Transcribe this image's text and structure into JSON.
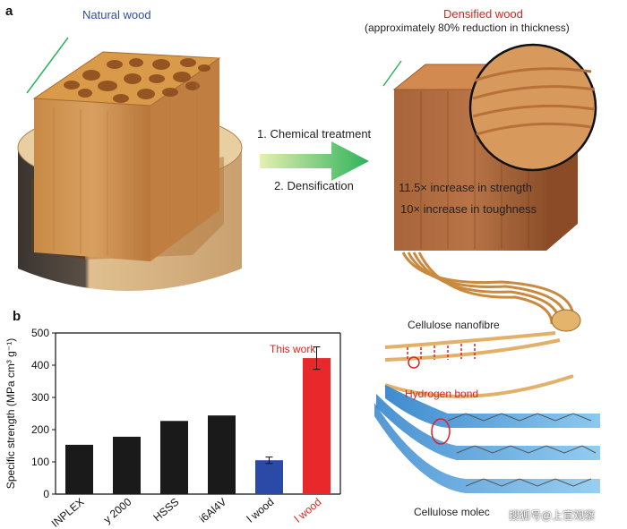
{
  "panel_a": {
    "letter": "a",
    "natural_title": "Natural wood",
    "densified_title": "Densified wood",
    "densified_subtitle": "(approximately 80% reduction in thickness)",
    "step1": "1. Chemical treatment",
    "step2": "2. Densification",
    "stat1": "11.5× increase in strength",
    "stat2": "10× increase in toughness",
    "cellulose_nanofibre": "Cellulose nanofibre",
    "hydrogen_bond": "Hydrogen bond",
    "cellulose_molecules": "Cellulose molec"
  },
  "panel_b": {
    "letter": "b",
    "annotation": "This work"
  },
  "watermark": "搜狐号@上官观察",
  "colors": {
    "accent_red": "#dd2222",
    "natural_blue": "#2f4f9f",
    "arrow_green": "#2db35a",
    "bar_black": "#1a1a1a",
    "bar_blue": "#2b4aa8",
    "bar_red": "#e8282a"
  },
  "chart_data": {
    "type": "bar",
    "categories": [
      "INPLEX",
      "y 2000",
      "HSSS",
      "i6Al4V",
      "l wood",
      "l wood"
    ],
    "values": [
      153,
      178,
      227,
      244,
      105,
      422
    ],
    "errors": [
      0,
      0,
      0,
      0,
      10,
      35
    ],
    "colors": [
      "#1a1a1a",
      "#1a1a1a",
      "#1a1a1a",
      "#1a1a1a",
      "#2b4aa8",
      "#e8282a"
    ],
    "title": "",
    "xlabel": "",
    "ylabel": "Specific strength (MPa cm³ g⁻¹)",
    "ylim": [
      0,
      500
    ],
    "yticks": [
      0,
      100,
      200,
      300,
      400,
      500
    ],
    "grid": false
  }
}
